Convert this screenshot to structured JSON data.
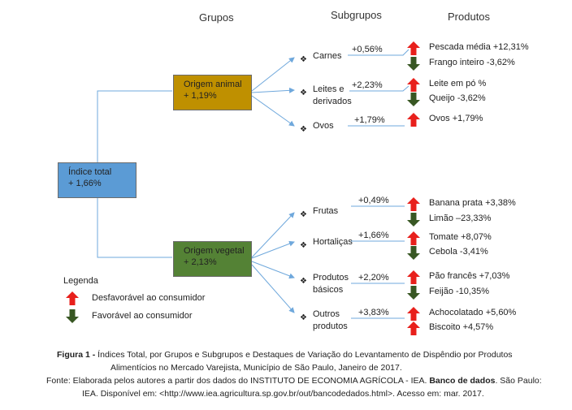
{
  "headers": {
    "grupos": "Grupos",
    "subgrupos": "Subgrupos",
    "produtos": "Produtos"
  },
  "total": {
    "title": "Índice total",
    "value": "+ 1,66%",
    "color": "#5b9bd5"
  },
  "groups": [
    {
      "title": "Origem animal",
      "value": "+ 1,19%",
      "color": "#bf9000"
    },
    {
      "title": "Origem vegetal",
      "value": "+ 2,13%",
      "color": "#548235"
    }
  ],
  "subgroups": [
    {
      "label": [
        "Carnes"
      ],
      "pct": "+0,56%"
    },
    {
      "label": [
        "Leites e",
        "derivados"
      ],
      "pct": "+2,23%"
    },
    {
      "label": [
        "Ovos"
      ],
      "pct": "+1,79%"
    },
    {
      "label": [
        "Frutas"
      ],
      "pct": "+0,49%"
    },
    {
      "label": [
        "Hortaliças"
      ],
      "pct": "+1,66%"
    },
    {
      "label": [
        "Produtos",
        "básicos"
      ],
      "pct": "+2,20%"
    },
    {
      "label": [
        "Outros",
        "produtos"
      ],
      "pct": "+3,83%"
    }
  ],
  "products": [
    {
      "text": "Pescada média +12,31%",
      "dir": "up"
    },
    {
      "text": "Frango inteiro -3,62%",
      "dir": "down"
    },
    {
      "text": "Leite em pó %",
      "dir": "up"
    },
    {
      "text": "Queijo -3,62%",
      "dir": "down"
    },
    {
      "text": "Ovos +1,79%",
      "dir": "up"
    },
    {
      "text": "Banana prata +3,38%",
      "dir": "up"
    },
    {
      "text": "Limão –23,33%",
      "dir": "down"
    },
    {
      "text": "Tomate +8,07%",
      "dir": "up"
    },
    {
      "text": "Cebola -3,41%",
      "dir": "down"
    },
    {
      "text": "Pão francês +7,03%",
      "dir": "up"
    },
    {
      "text": "Feijão -10,35%",
      "dir": "down"
    },
    {
      "text": "Achocolatado +5,60%",
      "dir": "up"
    },
    {
      "text": "Biscoito +4,57%",
      "dir": "up"
    }
  ],
  "legend": {
    "title": "Legenda",
    "up": "Desfavorável ao consumidor",
    "down": "Favorável ao consumidor"
  },
  "colors": {
    "up_arrow": "#e8201c",
    "down_arrow": "#385723",
    "connector": "#6fa8dc"
  },
  "caption": {
    "label": "Figura 1 -",
    "line1": " Índices Total, por Grupos e Subgrupos e Destaques de Variação do Levantamento de Dispêndio por Produtos",
    "line2": "Alimentícios no Mercado Varejista, Município de São Paulo, Janeiro de 2017.",
    "source_prefix": "Fonte: Elaborada pelos autores a partir dos dados do INSTITUTO DE ECONOMIA AGRÍCOLA - IEA. ",
    "source_bold": "Banco de dados",
    "source_suffix": ". São Paulo:",
    "source_line2": "IEA. Disponível em: <http://www.iea.agricultura.sp.gov.br/out/bancodedados.html>. Acesso em: mar. 2017."
  }
}
